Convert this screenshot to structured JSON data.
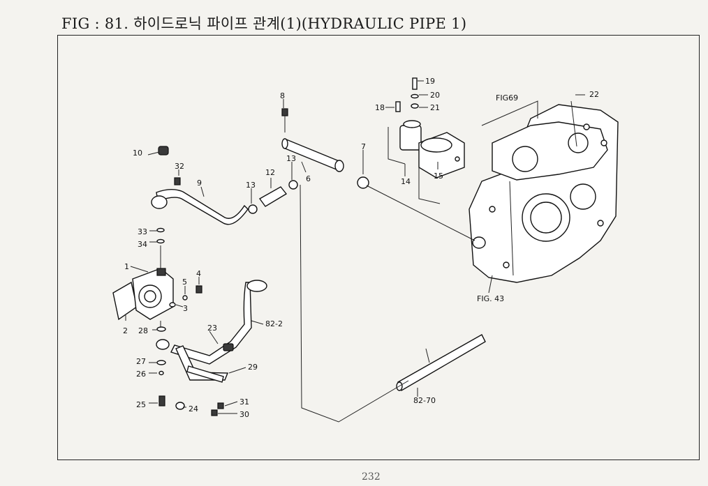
{
  "figure": {
    "title": "FIG : 81. 하이드로닉 파이프 관계(1)(HYDRAULIC PIPE 1)",
    "page_number": "232"
  },
  "callouts": [
    "1",
    "2",
    "3",
    "4",
    "5",
    "6",
    "7",
    "8",
    "9",
    "10",
    "12",
    "13",
    "13",
    "14",
    "15",
    "18",
    "19",
    "20",
    "21",
    "22",
    "23",
    "24",
    "25",
    "26",
    "27",
    "28",
    "29",
    "30",
    "31",
    "32",
    "33",
    "34",
    "82-2",
    "82-70",
    "FIG69",
    "FIG. 43"
  ]
}
